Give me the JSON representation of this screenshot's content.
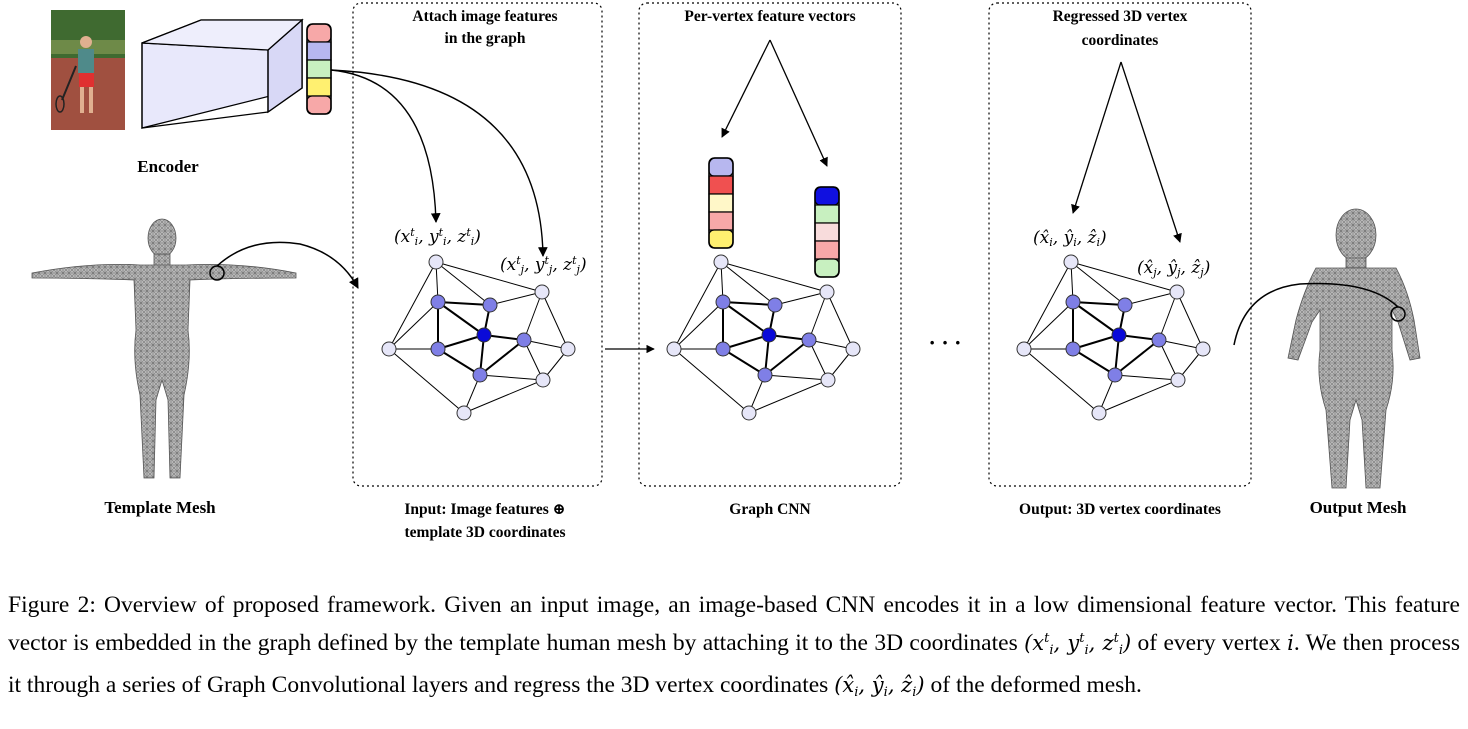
{
  "labels": {
    "encoder": "Encoder",
    "template_mesh": "Template Mesh",
    "output_mesh": "Output Mesh",
    "attach_line1": "Attach image features",
    "attach_line2": "in the graph",
    "per_vertex": "Per-vertex feature vectors",
    "regressed_line1": "Regressed 3D vertex",
    "regressed_line2": "coordinates",
    "input_line1": "Input: Image features ⊕",
    "input_line2": "template 3D coordinates",
    "graph_cnn": "Graph CNN",
    "output_coords": "Output: 3D vertex coordinates",
    "ellipsis": "· · ·"
  },
  "math": {
    "x_i": "x",
    "y_i": "y",
    "z_i": "z",
    "sub_i": "i",
    "sub_j": "j",
    "sup_t": "t"
  },
  "caption": {
    "part1": "Figure 2: Overview of proposed framework. Given an input image, an image-based CNN encodes it in a low dimensional feature vector. This feature vector is embedded in the graph defined by the template human mesh by attaching it to the 3D coordinates",
    "part2": "of every vertex",
    "part3": ". We then process it through a series of Graph Convolutional layers and regress the 3D vertex coordinates",
    "part4": "of the deformed mesh."
  },
  "colors": {
    "node_light": "#e6e6f8",
    "node_mid": "#7f7fe6",
    "node_dark": "#0a0ad8",
    "cell_pink": "#f7a8a8",
    "cell_lavender": "#b7b7ef",
    "cell_green": "#c8f0c0",
    "cell_yellow": "#fff070",
    "cell_red": "#f05050",
    "cell_cream": "#fff7c8",
    "cell_blue": "#1010e0",
    "cell_rose": "#f8dcdc"
  }
}
